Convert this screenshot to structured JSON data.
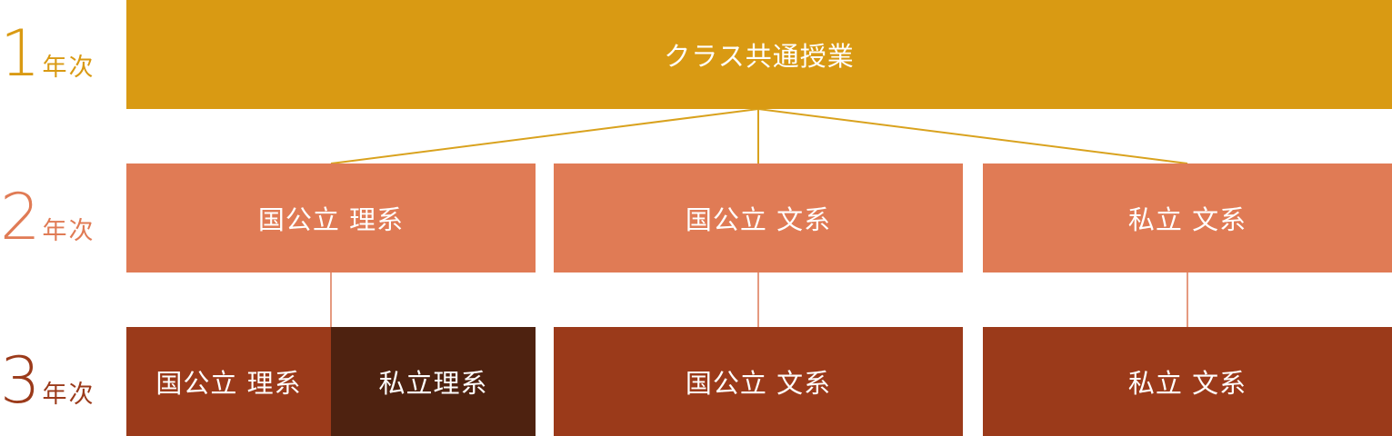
{
  "colors": {
    "year1": "#D99A13",
    "year2": "#E07B55",
    "year3": "#9B3A1A",
    "year3_dark": "#4E2210",
    "connector1": "#D9A21E",
    "connector2": "#E59A80",
    "background": "#FFFFFF",
    "text_on_box": "#FFFFFF"
  },
  "years": [
    {
      "number": "1",
      "suffix": "年次"
    },
    {
      "number": "2",
      "suffix": "年次"
    },
    {
      "number": "3",
      "suffix": "年次"
    }
  ],
  "level1": {
    "label": "クラス共通授業"
  },
  "level2": [
    {
      "label": "国公立 理系"
    },
    {
      "label": "国公立 文系"
    },
    {
      "label": "私立 文系"
    }
  ],
  "level3": [
    {
      "label": "国公立 理系"
    },
    {
      "label": "私立理系"
    },
    {
      "label": "国公立 文系"
    },
    {
      "label": "私立 文系"
    }
  ]
}
